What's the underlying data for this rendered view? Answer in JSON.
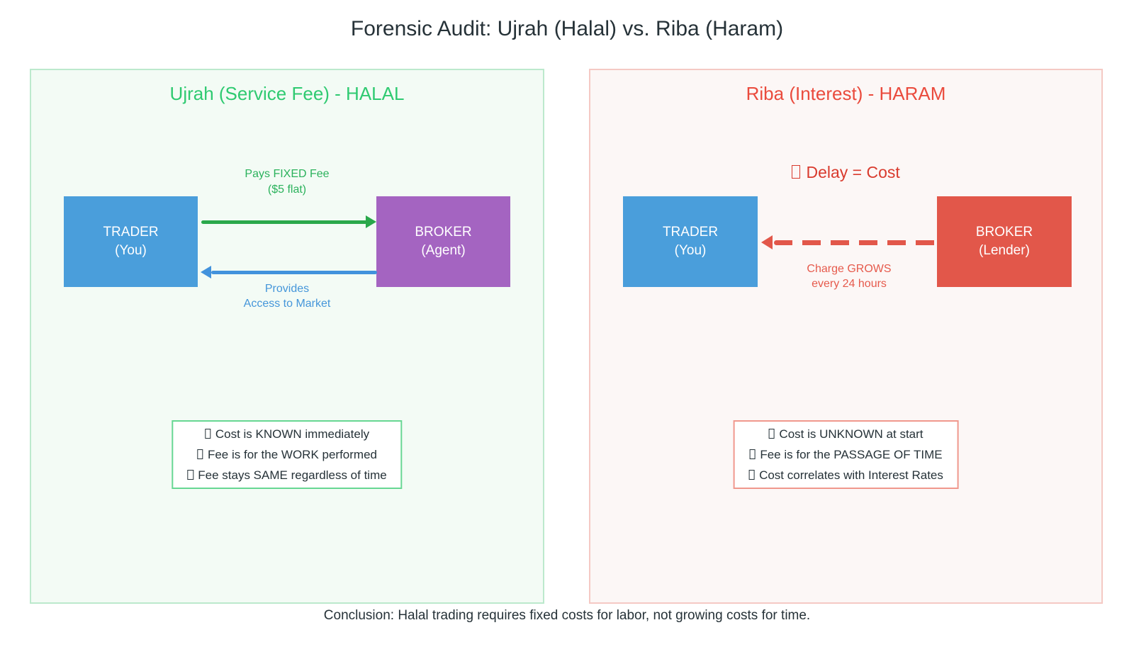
{
  "title": "Forensic Audit: Ujrah (Halal) vs. Riba (Haram)",
  "conclusion": "Conclusion: Halal trading requires fixed costs for labor, not growing costs for time.",
  "colors": {
    "halal_green": "#2fca71",
    "haram_red": "#ea4b3d",
    "trader_blue": "#4a9edb",
    "agent_purple": "#a464c1",
    "lender_red": "#e2574a",
    "fee_arrow_green": "#2aa84b",
    "access_arrow_blue": "#4292dc",
    "interest_arrow_red": "#e2574a",
    "text_dark": "#263238"
  },
  "left_panel": {
    "header": "Ujrah (Service Fee) - HALAL",
    "trader": {
      "name": "TRADER",
      "role": "(You)"
    },
    "broker": {
      "name": "BROKER",
      "role": "(Agent)"
    },
    "fee_arrow": {
      "direction": "trader-to-broker",
      "style": "solid",
      "label1": "Pays FIXED Fee",
      "label2": "($5 flat)"
    },
    "service_arrow": {
      "direction": "broker-to-trader",
      "style": "solid",
      "label1": "Provides",
      "label2": "Access to Market"
    },
    "checklist": [
      "Cost is KNOWN immediately",
      "Fee is for the WORK performed",
      "Fee stays SAME regardless of time"
    ]
  },
  "right_panel": {
    "header": "Riba (Interest) - HARAM",
    "delay_note": "Delay = Cost",
    "trader": {
      "name": "TRADER",
      "role": "(You)"
    },
    "broker": {
      "name": "BROKER",
      "role": "(Lender)"
    },
    "interest_arrow": {
      "direction": "broker-to-trader",
      "style": "dashed",
      "label1": "Charge GROWS",
      "label2": "every 24 hours"
    },
    "checklist": [
      "Cost is UNKNOWN at start",
      "Fee is for the PASSAGE OF TIME",
      "Cost correlates with Interest Rates"
    ]
  }
}
